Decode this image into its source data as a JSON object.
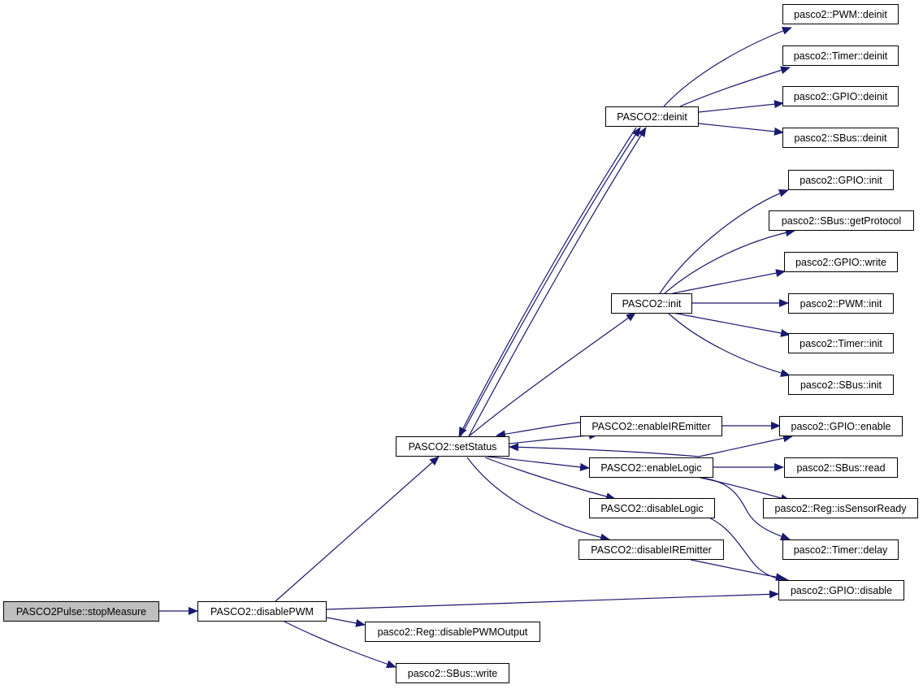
{
  "style": {
    "edge_color": "#191970",
    "root_fill": "#bfbfbf",
    "node_fill": "#ffffff"
  },
  "nodes": {
    "stopMeasure": "PASCO2Pulse::stopMeasure",
    "disablePWM": "PASCO2::disablePWM",
    "setStatus": "PASCO2::setStatus",
    "regDisablePWMOutput": "pasco2::Reg::disablePWMOutput",
    "sbusWrite": "pasco2::SBus::write",
    "deinit": "PASCO2::deinit",
    "init": "PASCO2::init",
    "enableIREmitter": "PASCO2::enableIREmitter",
    "enableLogic": "PASCO2::enableLogic",
    "disableLogic": "PASCO2::disableLogic",
    "disableIREmitter": "PASCO2::disableIREmitter",
    "pwmDeinit": "pasco2::PWM::deinit",
    "timerDeinit": "pasco2::Timer::deinit",
    "gpioDeinit": "pasco2::GPIO::deinit",
    "sbusDeinit": "pasco2::SBus::deinit",
    "gpioInit": "pasco2::GPIO::init",
    "sbusGetProtocol": "pasco2::SBus::getProtocol",
    "gpioWrite": "pasco2::GPIO::write",
    "pwmInit": "pasco2::PWM::init",
    "timerInit": "pasco2::Timer::init",
    "sbusInit": "pasco2::SBus::init",
    "gpioEnable": "pasco2::GPIO::enable",
    "sbusRead": "pasco2::SBus::read",
    "regIsSensorReady": "pasco2::Reg::isSensorReady",
    "timerDelay": "pasco2::Timer::delay",
    "gpioDisable": "pasco2::GPIO::disable"
  }
}
